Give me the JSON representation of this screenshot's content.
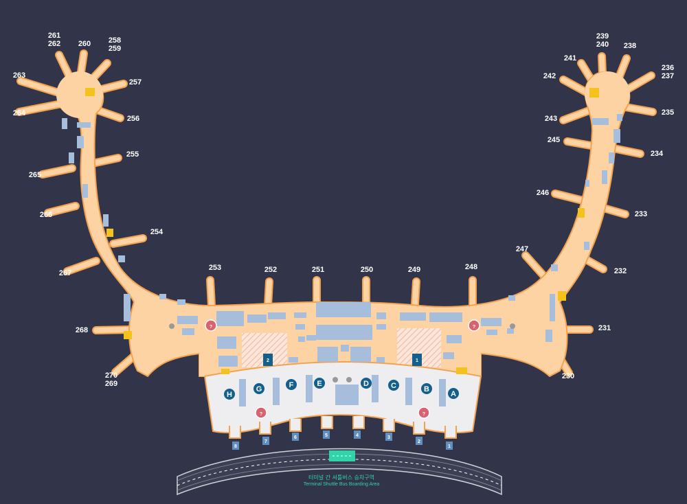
{
  "colors": {
    "background": "#32354a",
    "concourse": "#fdd3a4",
    "concourse_outline": "#f3a24f",
    "checkin_hall": "#eeeef1",
    "kiosk": "#a6bedb",
    "zone_badge": "#135f8e",
    "info_badge": "#d9626f",
    "lounge_icon": "#f4c21d",
    "shuttle": "#2fd4a8"
  },
  "gates": [
    {
      "label": "261\n262"
    },
    {
      "label": "260"
    },
    {
      "label": "258\n259"
    },
    {
      "label": "257"
    },
    {
      "label": "263"
    },
    {
      "label": "264"
    },
    {
      "label": "256"
    },
    {
      "label": "255"
    },
    {
      "label": "265"
    },
    {
      "label": "266"
    },
    {
      "label": "254"
    },
    {
      "label": "267"
    },
    {
      "label": "268"
    },
    {
      "label": "270\n269"
    },
    {
      "label": "253"
    },
    {
      "label": "252"
    },
    {
      "label": "251"
    },
    {
      "label": "250"
    },
    {
      "label": "249"
    },
    {
      "label": "248"
    },
    {
      "label": "247"
    },
    {
      "label": "239\n240"
    },
    {
      "label": "238"
    },
    {
      "label": "241"
    },
    {
      "label": "236\n237"
    },
    {
      "label": "242"
    },
    {
      "label": "243"
    },
    {
      "label": "235"
    },
    {
      "label": "245"
    },
    {
      "label": "234"
    },
    {
      "label": "246"
    },
    {
      "label": "233"
    },
    {
      "label": "232"
    },
    {
      "label": "231"
    },
    {
      "label": "230"
    }
  ],
  "checkin_zones": [
    "H",
    "G",
    "F",
    "E",
    "D",
    "C",
    "B",
    "A"
  ],
  "security_areas": [
    "2",
    "1"
  ],
  "info_icon": "?",
  "doors": [
    "8",
    "7",
    "6",
    "5",
    "4",
    "3",
    "2",
    "1"
  ],
  "shuttle": {
    "title_ko": "터미널 간 셔틀버스 승차구역",
    "title_en": "Terminal Shuttle Bus Boarding Area"
  },
  "icons": [
    "lounge-icon",
    "info-icon",
    "security-icon"
  ]
}
